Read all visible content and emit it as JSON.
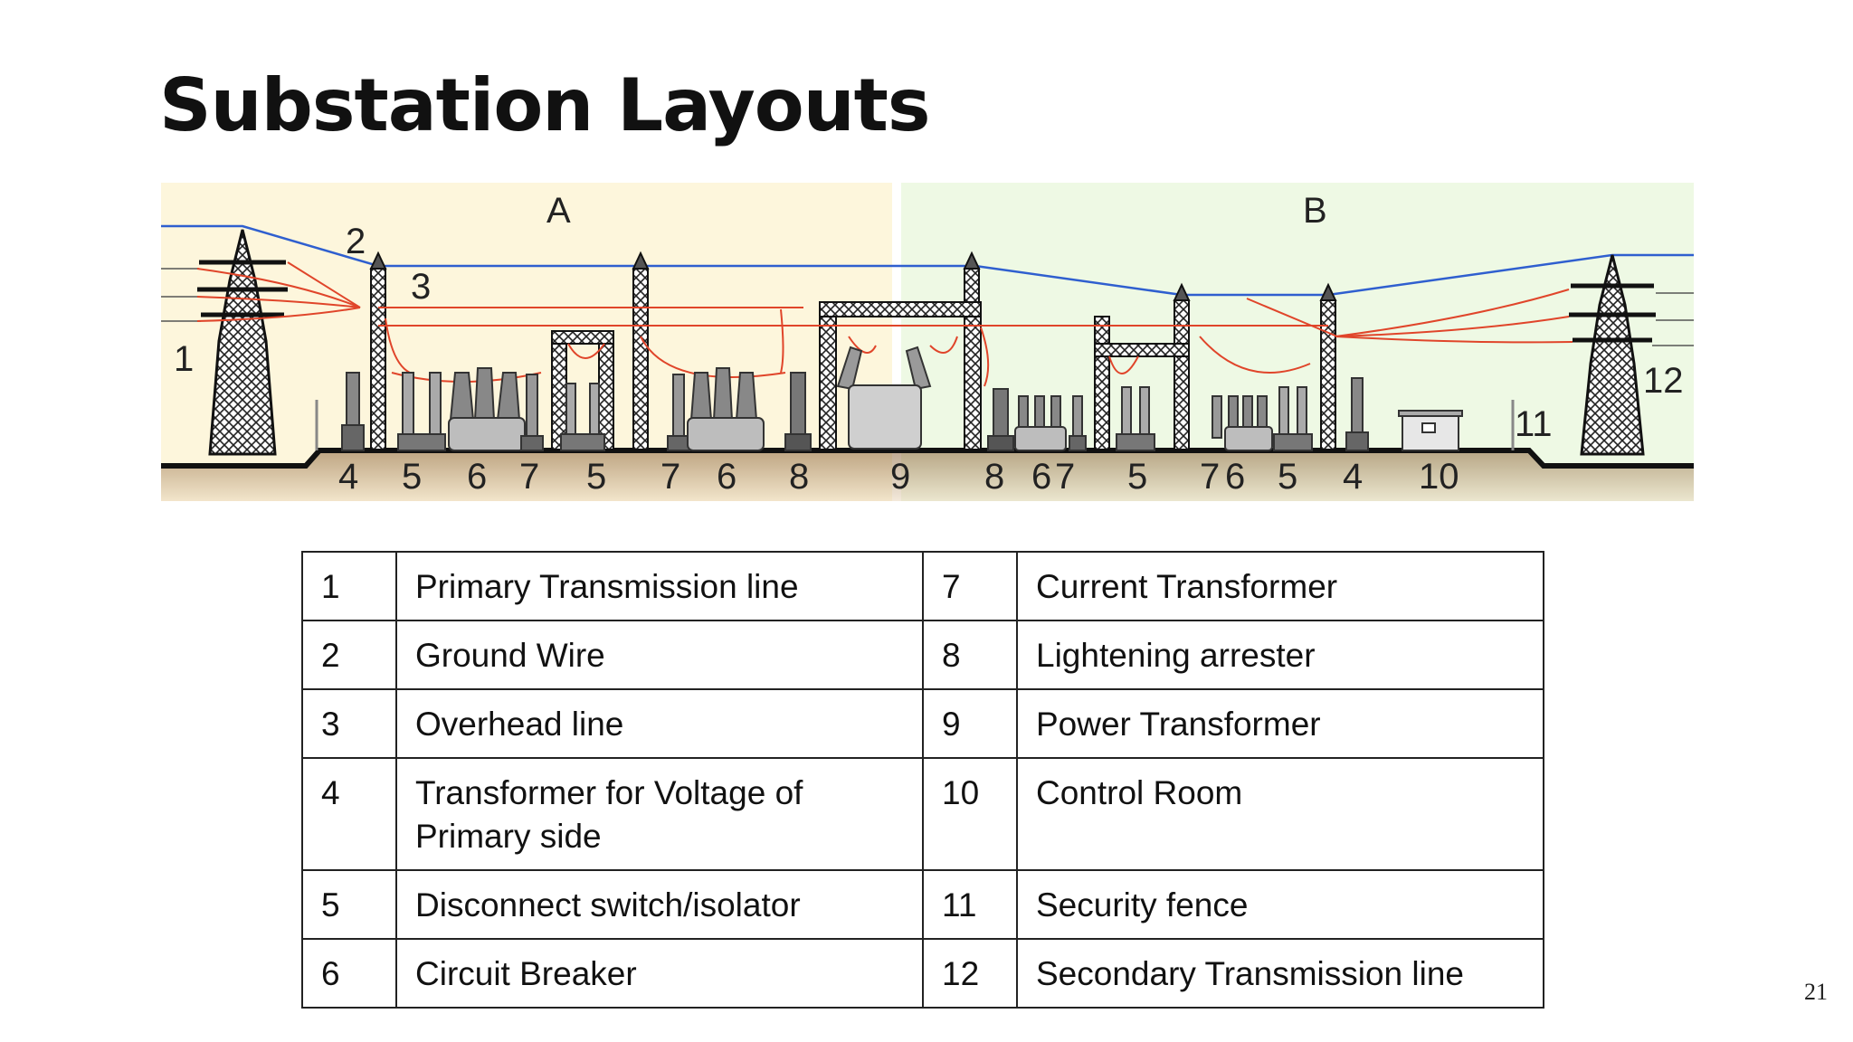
{
  "slide": {
    "title": "Substation Layouts",
    "page_number": "21"
  },
  "diagram": {
    "zone_labels": [
      "A",
      "B"
    ],
    "callouts": {
      "tower_left": "1",
      "ground_wire": "2",
      "overhead_line": "3",
      "fence": "11",
      "tower_right": "12"
    },
    "bottom_numbers": [
      "4",
      "5",
      "6",
      "7",
      "5",
      "7",
      "6",
      "8",
      "9",
      "8",
      "6",
      "7",
      "5",
      "7",
      "6",
      "5",
      "4",
      "10"
    ],
    "colors": {
      "zone_a": "#fdf6dc",
      "zone_b": "#eef9e4",
      "ground_wire": "#2f5fcf",
      "conductor": "#e0452a",
      "ground": "#a67c4e"
    }
  },
  "legend": {
    "rows": [
      {
        "n1": "1",
        "t1": "Primary Transmission line",
        "n2": "7",
        "t2": "Current Transformer"
      },
      {
        "n1": "2",
        "t1": "Ground Wire",
        "n2": "8",
        "t2": "Lightening arrester"
      },
      {
        "n1": "3",
        "t1": "Overhead line",
        "n2": "9",
        "t2": "Power Transformer"
      },
      {
        "n1": "4",
        "t1": "Transformer for Voltage of Primary side",
        "n2": "10",
        "t2": "Control Room"
      },
      {
        "n1": "5",
        "t1": "Disconnect switch/isolator",
        "n2": "11",
        "t2": "Security fence"
      },
      {
        "n1": "6",
        "t1": "Circuit Breaker",
        "n2": "12",
        "t2": "Secondary Transmission line"
      }
    ]
  }
}
